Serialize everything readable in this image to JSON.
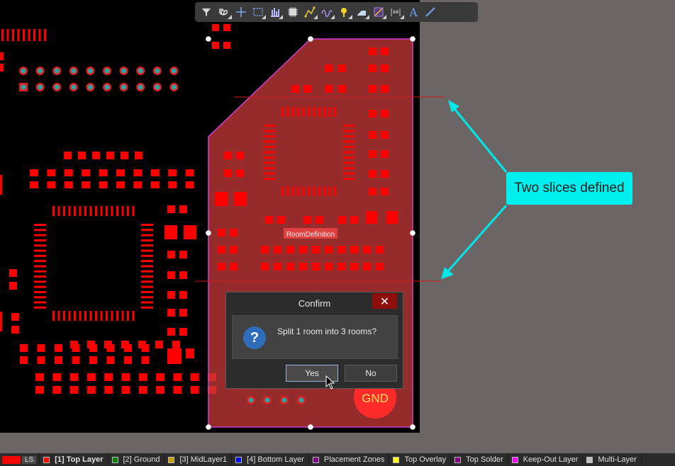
{
  "toolbar": {
    "buttons": [
      {
        "name": "filter-icon",
        "arrow": false
      },
      {
        "name": "magnet-icon",
        "arrow": true
      },
      {
        "name": "crosshair-icon",
        "arrow": false
      },
      {
        "name": "select-rectangle-icon",
        "arrow": true
      },
      {
        "name": "align-icon",
        "arrow": true
      },
      {
        "name": "component-icon",
        "arrow": false
      },
      {
        "name": "route-icon",
        "arrow": true
      },
      {
        "name": "interactive-route-icon",
        "arrow": true
      },
      {
        "name": "via-icon",
        "arrow": true
      },
      {
        "name": "polygon-icon",
        "arrow": true
      },
      {
        "name": "room-icon",
        "arrow": true
      },
      {
        "name": "dimension-icon",
        "arrow": true
      },
      {
        "name": "text-icon",
        "arrow": false
      },
      {
        "name": "line-icon",
        "arrow": false
      }
    ]
  },
  "room": {
    "label": "RoomDefinition"
  },
  "gnd_label": "GND",
  "callout": {
    "text": "Two slices defined"
  },
  "dialog": {
    "title": "Confirm",
    "close_glyph": "✕",
    "message": "Split 1 room into 3 rooms?",
    "icon_glyph": "?",
    "yes_label": "Yes",
    "no_label": "No"
  },
  "statusbar": {
    "ls_label": "LS",
    "layers": [
      {
        "label": "[1] Top Layer",
        "color": "#ff0000",
        "active": true
      },
      {
        "label": "[2] Ground",
        "color": "#008000",
        "active": false
      },
      {
        "label": "[3] MidLayer1",
        "color": "#c8a000",
        "active": false
      },
      {
        "label": "[4] Bottom Layer",
        "color": "#0000ff",
        "active": false
      },
      {
        "label": "Placement Zones",
        "color": "#800080",
        "active": false
      },
      {
        "label": "Top Overlay",
        "color": "#ffff00",
        "active": false
      },
      {
        "label": "Top Solder",
        "color": "#800080",
        "active": false
      },
      {
        "label": "Keep-Out Layer",
        "color": "#ff00ff",
        "active": false
      },
      {
        "label": "Multi-Layer",
        "color": "#c0c0c0",
        "active": false
      }
    ]
  },
  "colors": {
    "pad": "#ff0000",
    "room_fill": "#c83a3a",
    "room_outline": "#d040d0",
    "via_ring": "#e02020",
    "via_hole": "#2aa6a6",
    "callout": "#00f0f0",
    "slice_line": "#d01818"
  }
}
